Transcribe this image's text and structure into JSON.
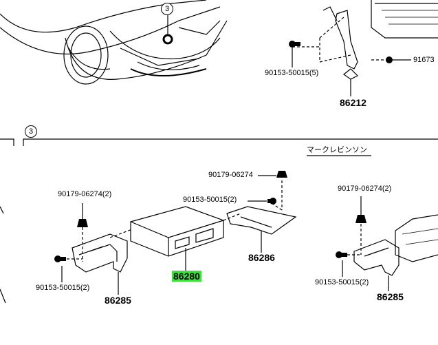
{
  "diagram": {
    "section_marker": "3",
    "ref_marker_top": "3",
    "region_label": "マークレビンソン",
    "labels": {
      "p86212": "86212",
      "b90153_top": "90153-50015(5)",
      "b91673_top": "91673",
      "n90179_center": "90179-06274",
      "b90153_center": "90153-50015(2)",
      "n90179_left": "90179-06274(2)",
      "b90153_left": "90153-50015(2)",
      "n90179_right": "90179-06274(2)",
      "b90153_right": "90153-50015(2)",
      "p86285_left": "86285",
      "p86280": "86280",
      "p86286": "86286",
      "p86285_right": "86285"
    },
    "highlight_color": "#3ee03e"
  }
}
